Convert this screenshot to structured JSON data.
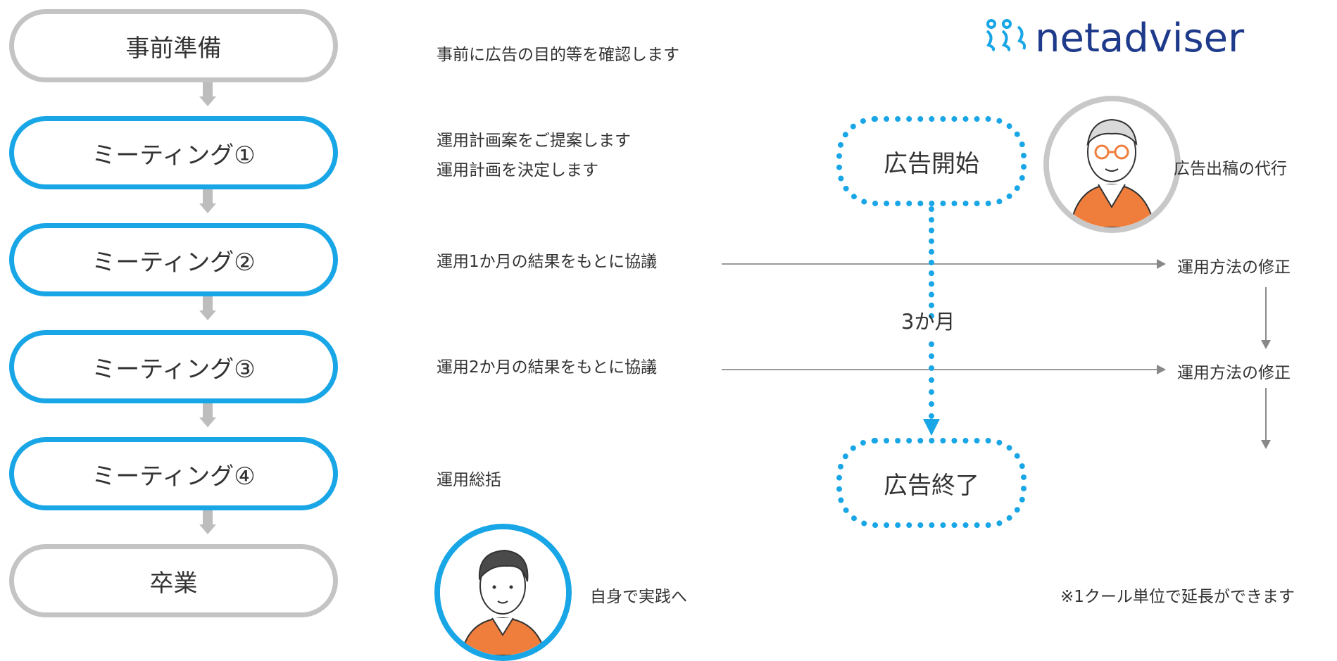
{
  "logo": {
    "mark": "ꝏ",
    "text": "netadviser"
  },
  "steps": [
    {
      "label": "事前準備",
      "desc": [
        "事前に広告の目的等を確認します"
      ]
    },
    {
      "label": "ミーティング①",
      "desc": [
        "運用計画案をご提案します",
        "運用計画を決定します"
      ]
    },
    {
      "label": "ミーティング②",
      "desc": [
        "運用1か月の結果をもとに協議"
      ]
    },
    {
      "label": "ミーティング③",
      "desc": [
        "運用2か月の結果をもとに協議"
      ]
    },
    {
      "label": "ミーティング④",
      "desc": [
        "運用総括"
      ]
    },
    {
      "label": "卒業",
      "desc": []
    }
  ],
  "self_practice": "自身で実践へ",
  "ad_start": "広告開始",
  "ad_end": "広告終了",
  "duration": "3か月",
  "agency": "広告出稿の代行",
  "revision1": "運用方法の修正",
  "revision2": "運用方法の修正",
  "extension_note": "※1クール単位で延長ができます",
  "colors": {
    "accent": "#19a6e6",
    "gray_border": "#c4c4c4",
    "logo_text": "#1e3a8a"
  }
}
